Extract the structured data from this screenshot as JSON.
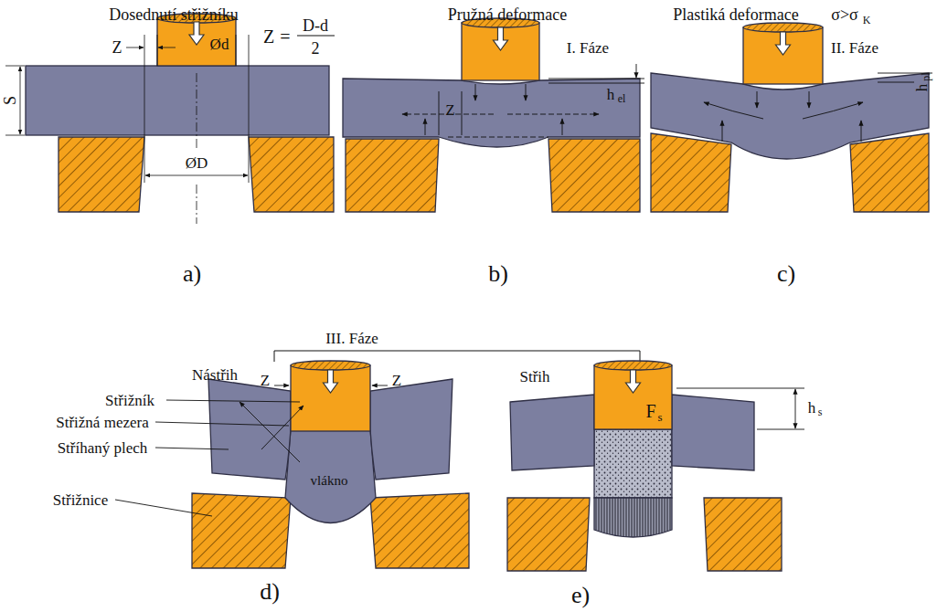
{
  "diagram": {
    "labels": [
      "Dosednutí střižníku",
      "Z",
      "Ød",
      "Z",
      "=",
      "D-d",
      "2",
      "S",
      "ØD",
      "a)",
      "Pružná deformace",
      "I. Fáze",
      "h",
      "el",
      "Z",
      "b)",
      "Plastiká deformace",
      "σ>σ",
      "K",
      "II. Fáze",
      "h",
      "pl",
      "c)",
      "III. Fáze",
      "Nástřih",
      "Z",
      "Z",
      "Střižník",
      "Střižná mezera",
      "Stříhaný plech",
      "Střižnice",
      "vlákno",
      "d)",
      "Střih",
      "F",
      "s",
      "h",
      "s",
      "e)"
    ]
  }
}
